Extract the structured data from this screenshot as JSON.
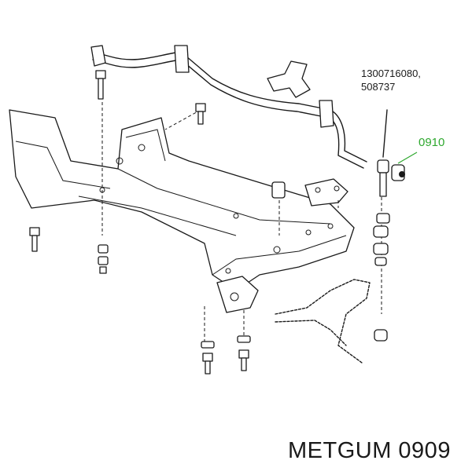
{
  "diagram": {
    "part_numbers": [
      "1300716080,",
      "508737"
    ],
    "callout_label": "0910",
    "colors": {
      "ink": "#1a1a1a",
      "callout": "#2fa82f",
      "background": "#ffffff"
    }
  },
  "footer": {
    "caption": "METGUM 0909"
  }
}
